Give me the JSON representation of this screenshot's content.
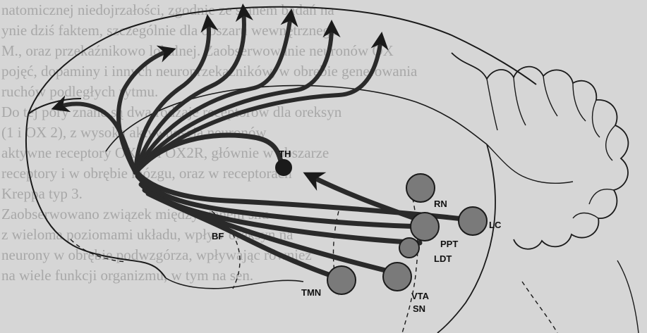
{
  "background_text": [
    "natomicznej niedojrzałości, zgodnie ze stanem badań na",
    "ynie dziś faktem, szczególnie dla obszaru wewnętrznego",
    "M., oraz przekaźnikowo lokalnej. Zaobserwowanie neuronów OX",
    "pojęć, dopaminy i innych neuroprzekaźników, w obrębie generowania",
    "ruchów podległych rytmu.",
    "Do tej pory znane są dwa rodzaje receptorów dla oreksyn",
    "(1 i OX 2), z wysoką aktywnością neuronów",
    "aktywne receptory OX1R i OX2R, głównie w obszarze",
    "receptory i w obrębie mózgu, oraz w receptorach",
    "Kreppa typ 3.",
    "Zaobserwowano związek między stanem snu",
    "z wieloma poziomami układu, wpływ oreksyn na",
    "neurony w obrębie podwzgórza, wpływając również",
    "na wiele funkcji organizmu, w tym na sen."
  ],
  "labels": {
    "th": "TH",
    "rn": "RN",
    "lc": "LC",
    "bf": "BF",
    "ppt": "PPT",
    "ldt": "LDT",
    "tmn": "TMN",
    "vta": "VTA",
    "sn": "SN"
  },
  "colors": {
    "background": "#d6d6d6",
    "outline": "#1a1a1a",
    "arrow": "#2a2a2a",
    "nucleus_fill": "#7a7a7a",
    "th_fill": "#1a1a1a"
  }
}
